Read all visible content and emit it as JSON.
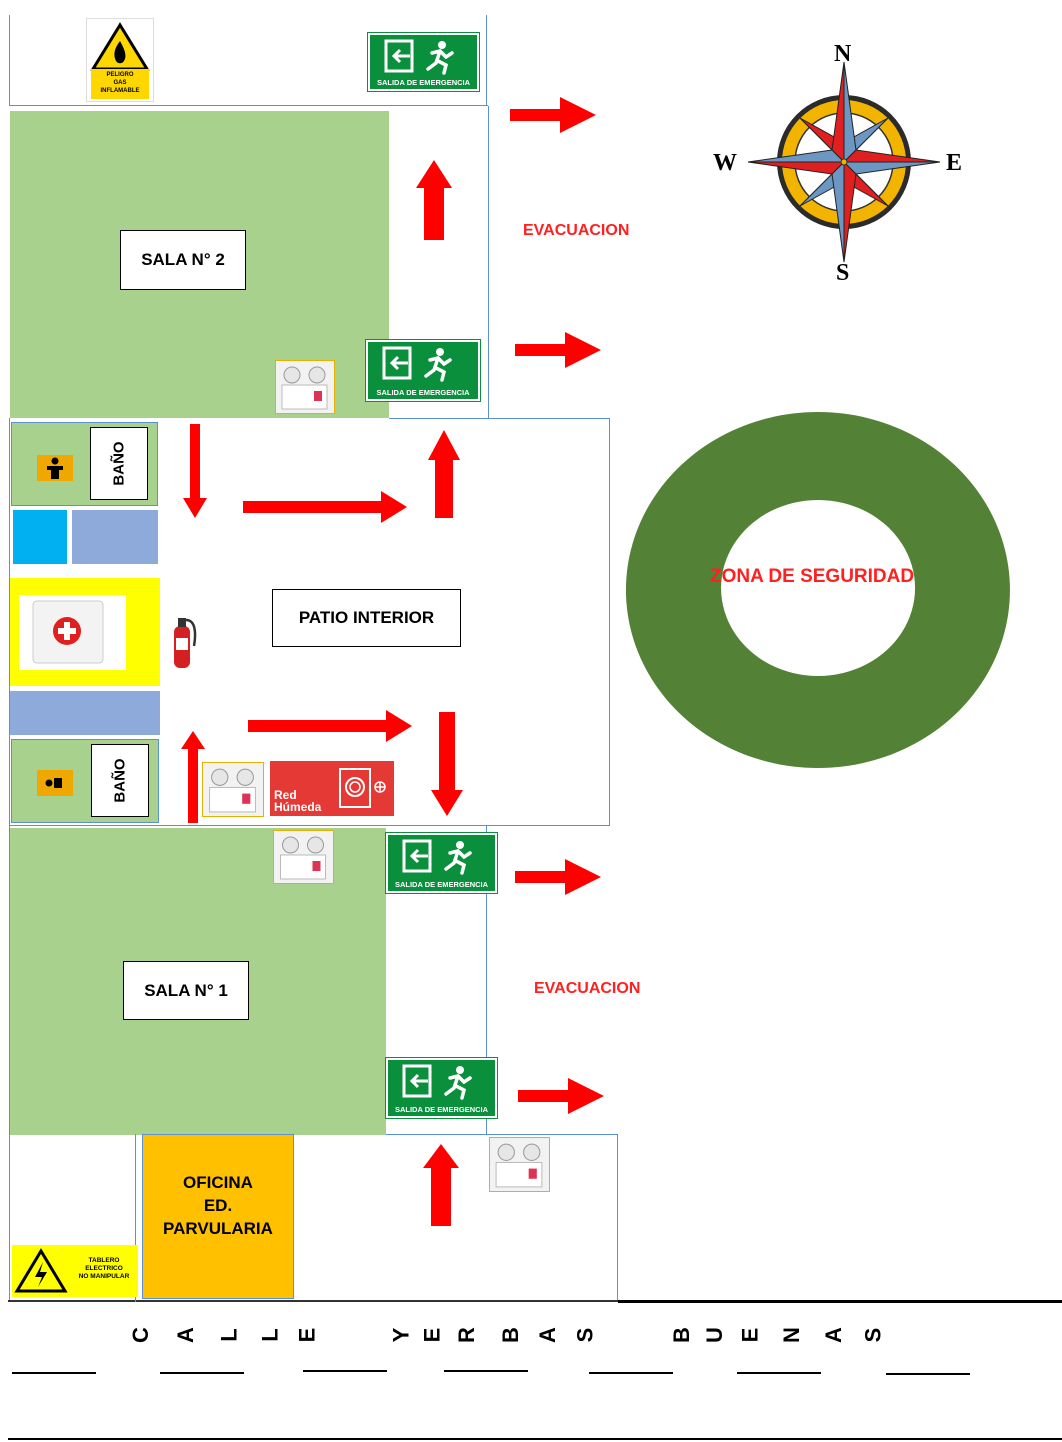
{
  "rooms": {
    "sala2": "SALA N° 2",
    "sala1": "SALA N° 1",
    "patio": "PATIO INTERIOR",
    "oficina": [
      "OFICINA",
      "ED.",
      "PARVULARIA"
    ],
    "bano_top": "BAÑO",
    "bano_bottom": "BAÑO"
  },
  "signs": {
    "exit_text": "SALIDA DE EMERGENCIA",
    "gas": [
      "PELIGRO",
      "GAS",
      "INFLAMABLE"
    ],
    "tablero": [
      "TABLERO",
      "ELECTRICO",
      "NO MANIPULAR"
    ],
    "red_humeda": [
      "Red",
      "Húmeda"
    ]
  },
  "evacuation_labels": [
    "EVACUACION",
    "EVACUACION"
  ],
  "safety_zone": "ZONA DE SEGURIDAD",
  "compass": {
    "n": "N",
    "s": "S",
    "e": "E",
    "w": "W"
  },
  "street_letters": [
    "C",
    "A",
    "L",
    "L",
    "E",
    "Y",
    "E",
    "R",
    "B",
    "A",
    "S",
    "B",
    "U",
    "E",
    "N",
    "A",
    "S"
  ],
  "colors": {
    "room_green": "#a9d18e",
    "safety_zone_green": "#538135",
    "arrow_red": "#ff0000",
    "exit_green": "#0a8f3c",
    "office_orange": "#ffc000",
    "blue_box": "#8eaadb",
    "cyan_box": "#00b0f0",
    "yellow_kit": "#ffff00"
  }
}
